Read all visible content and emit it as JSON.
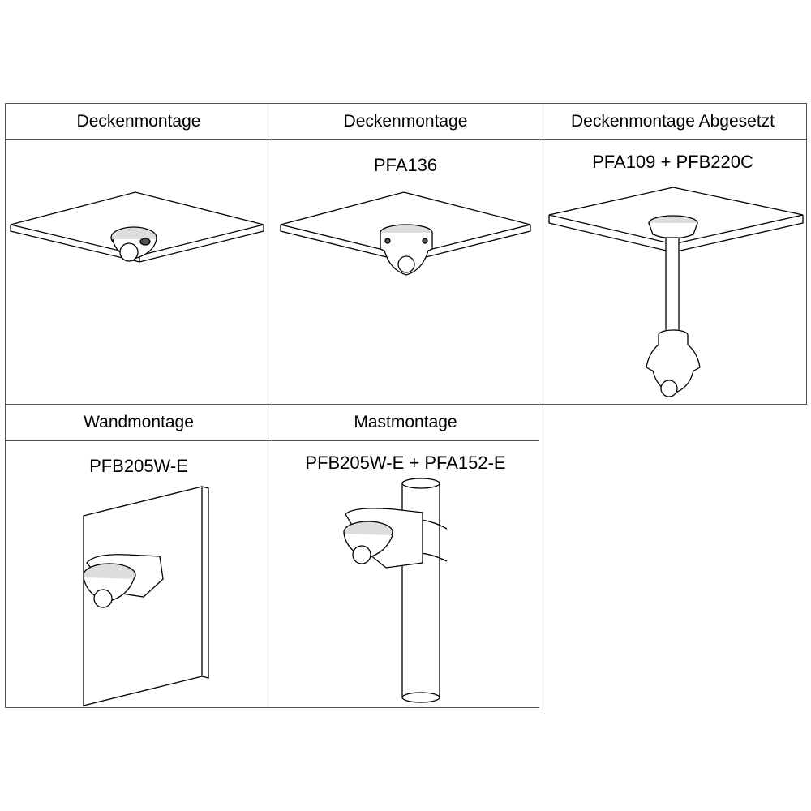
{
  "cells": [
    {
      "header": "Deckenmontage",
      "model": ""
    },
    {
      "header": "Deckenmontage",
      "model": "PFA136"
    },
    {
      "header": "Deckenmontage Abgesetzt",
      "model": "PFA109 + PFB220C"
    },
    {
      "header": "Wandmontage",
      "model": "PFB205W-E"
    },
    {
      "header": "Mastmontage",
      "model": "PFB205W-E + PFA152-E"
    }
  ]
}
